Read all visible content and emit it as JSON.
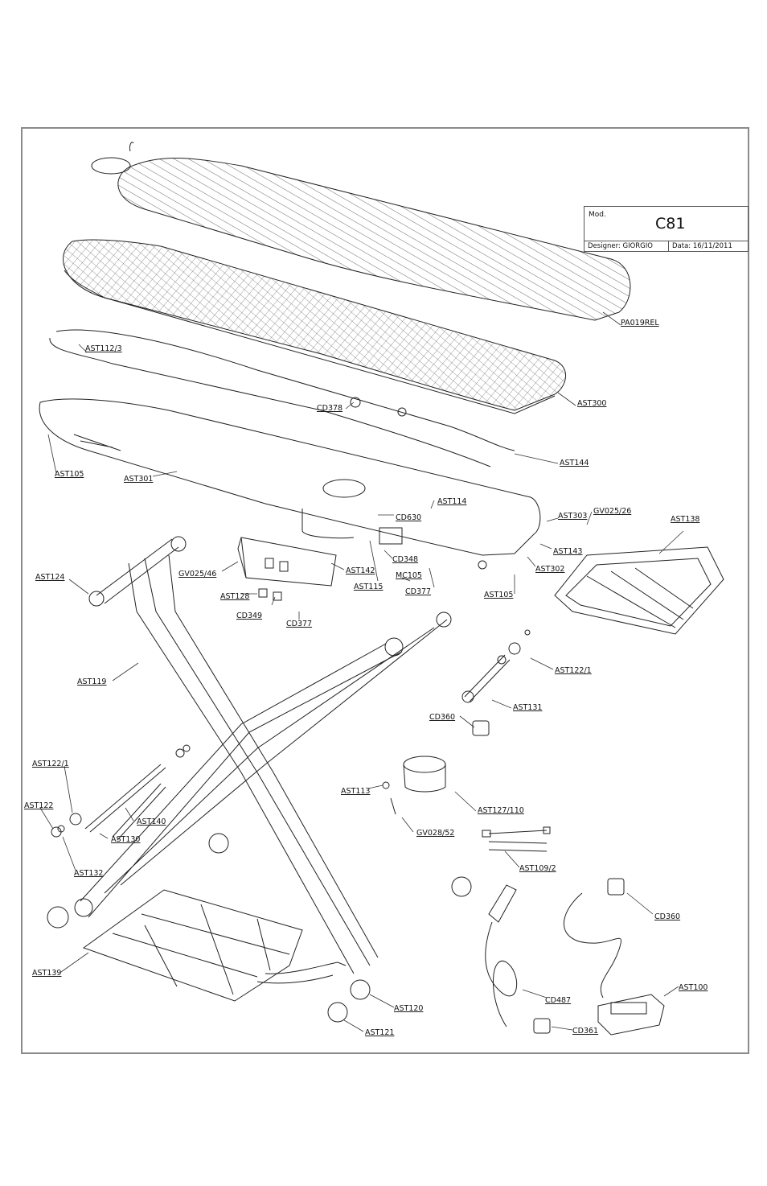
{
  "title_block": {
    "mod_label": "Mod.",
    "model": "C81",
    "designer": "Designer: GIORGIO",
    "date": "Data: 16/11/2011"
  },
  "parts": [
    {
      "code": "PA019REL"
    },
    {
      "code": "AST300"
    },
    {
      "code": "AST112/3"
    },
    {
      "code": "CD378"
    },
    {
      "code": "AST144"
    },
    {
      "code": "AST105"
    },
    {
      "code": "AST301"
    },
    {
      "code": "AST114"
    },
    {
      "code": "CD630"
    },
    {
      "code": "AST303"
    },
    {
      "code": "GV025/26"
    },
    {
      "code": "AST138"
    },
    {
      "code": "AST143"
    },
    {
      "code": "AST302"
    },
    {
      "code": "AST124"
    },
    {
      "code": "GV025/46"
    },
    {
      "code": "AST142"
    },
    {
      "code": "CD348"
    },
    {
      "code": "AST115"
    },
    {
      "code": "MC105"
    },
    {
      "code": "CD377"
    },
    {
      "code": "AST105"
    },
    {
      "code": "AST128"
    },
    {
      "code": "CD349"
    },
    {
      "code": "CD377"
    },
    {
      "code": "AST122/1"
    },
    {
      "code": "AST119"
    },
    {
      "code": "AST131"
    },
    {
      "code": "CD360"
    },
    {
      "code": "AST122/1"
    },
    {
      "code": "AST113"
    },
    {
      "code": "AST122"
    },
    {
      "code": "AST127/110"
    },
    {
      "code": "AST140"
    },
    {
      "code": "GV028/52"
    },
    {
      "code": "AST130"
    },
    {
      "code": "AST109/2"
    },
    {
      "code": "AST132"
    },
    {
      "code": "CD360"
    },
    {
      "code": "AST139"
    },
    {
      "code": "AST100"
    },
    {
      "code": "CD487"
    },
    {
      "code": "AST120"
    },
    {
      "code": "CD361"
    },
    {
      "code": "AST121"
    }
  ]
}
